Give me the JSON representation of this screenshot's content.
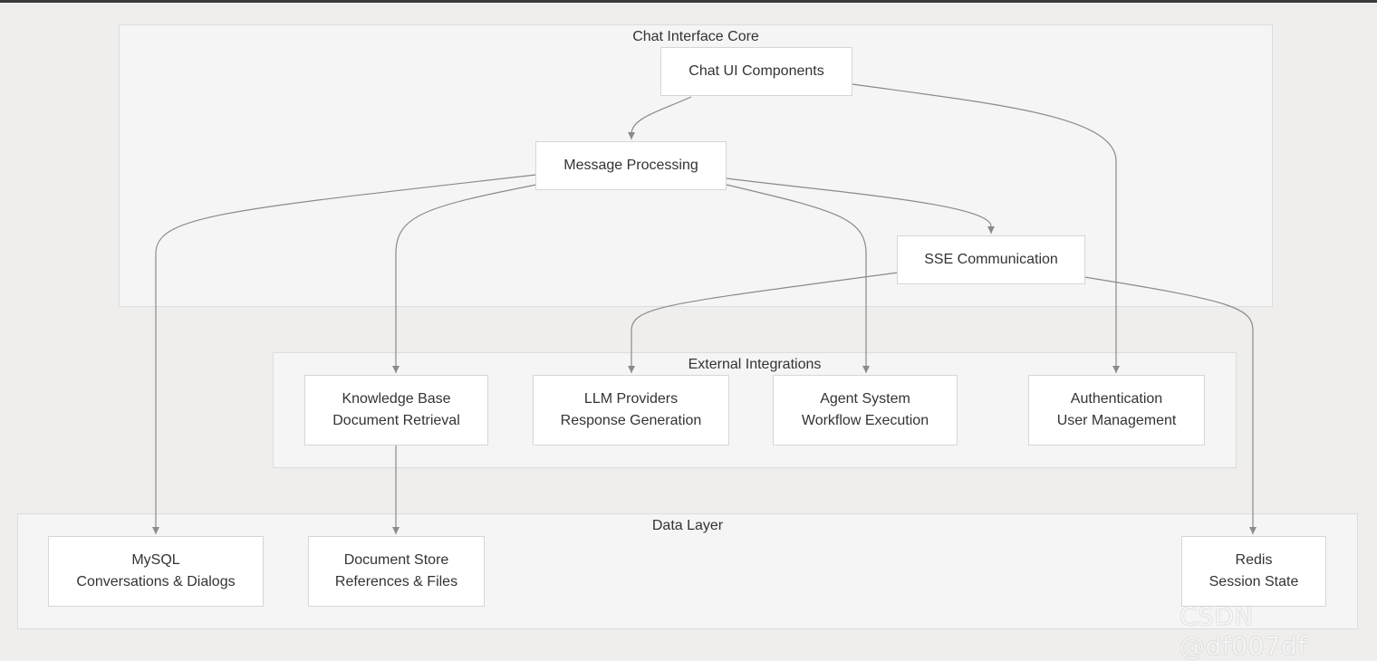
{
  "clusters": {
    "core": "Chat Interface Core",
    "external": "External Integrations",
    "data": "Data Layer"
  },
  "nodes": {
    "chat_ui": {
      "line1": "Chat UI Components"
    },
    "message_processing": {
      "line1": "Message Processing"
    },
    "sse": {
      "line1": "SSE Communication"
    },
    "knowledge_base": {
      "line1": "Knowledge Base",
      "line2": "Document Retrieval"
    },
    "llm": {
      "line1": "LLM Providers",
      "line2": "Response Generation"
    },
    "agent": {
      "line1": "Agent System",
      "line2": "Workflow Execution"
    },
    "auth": {
      "line1": "Authentication",
      "line2": "User Management"
    },
    "mysql": {
      "line1": "MySQL",
      "line2": "Conversations & Dialogs"
    },
    "doc_store": {
      "line1": "Document Store",
      "line2": "References & Files"
    },
    "redis": {
      "line1": "Redis",
      "line2": "Session State"
    }
  },
  "edges": [
    {
      "from": "Chat UI Components",
      "to": "Message Processing"
    },
    {
      "from": "Chat UI Components",
      "to": "Authentication"
    },
    {
      "from": "Message Processing",
      "to": "SSE Communication"
    },
    {
      "from": "Message Processing",
      "to": "MySQL"
    },
    {
      "from": "Message Processing",
      "to": "Knowledge Base"
    },
    {
      "from": "Message Processing",
      "to": "Agent System"
    },
    {
      "from": "SSE Communication",
      "to": "LLM Providers"
    },
    {
      "from": "SSE Communication",
      "to": "Redis"
    },
    {
      "from": "Knowledge Base",
      "to": "Document Store"
    }
  ],
  "colors": {
    "background": "#efeeec",
    "cluster_fill": "#f5f5f5",
    "node_fill": "#ffffff",
    "edge": "#8a8a8a"
  },
  "watermark": "CSDN @df007df"
}
